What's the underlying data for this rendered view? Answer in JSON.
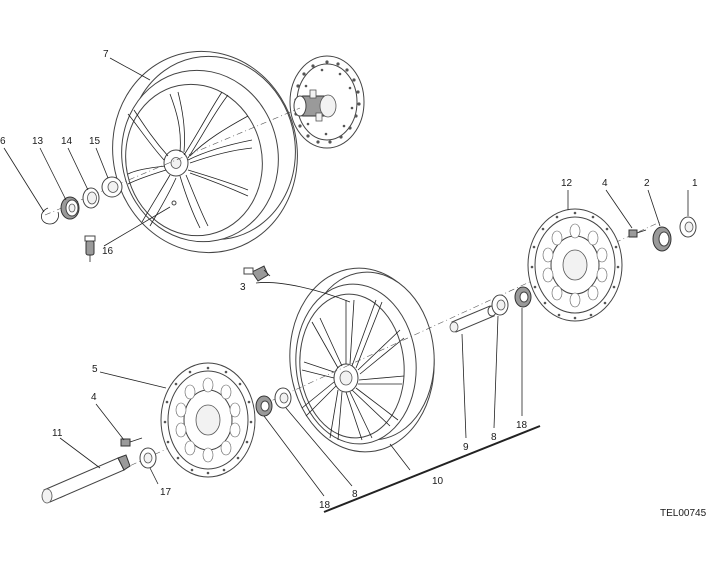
{
  "diagram": {
    "reference_code": "TEL00745",
    "callouts": [
      {
        "id": "c1",
        "text": "1"
      },
      {
        "id": "c2",
        "text": "2"
      },
      {
        "id": "c3",
        "text": "3"
      },
      {
        "id": "c4a",
        "text": "4"
      },
      {
        "id": "c4b",
        "text": "4"
      },
      {
        "id": "c5",
        "text": "5"
      },
      {
        "id": "c6",
        "text": "6"
      },
      {
        "id": "c7",
        "text": "7"
      },
      {
        "id": "c8a",
        "text": "8"
      },
      {
        "id": "c8b",
        "text": "8"
      },
      {
        "id": "c9",
        "text": "9"
      },
      {
        "id": "c10",
        "text": "10"
      },
      {
        "id": "c11",
        "text": "11"
      },
      {
        "id": "c12",
        "text": "12"
      },
      {
        "id": "c13",
        "text": "13"
      },
      {
        "id": "c14",
        "text": "14"
      },
      {
        "id": "c15",
        "text": "15"
      },
      {
        "id": "c16",
        "text": "16"
      },
      {
        "id": "c17",
        "text": "17"
      },
      {
        "id": "c18a",
        "text": "18"
      },
      {
        "id": "c18b",
        "text": "18"
      }
    ]
  }
}
